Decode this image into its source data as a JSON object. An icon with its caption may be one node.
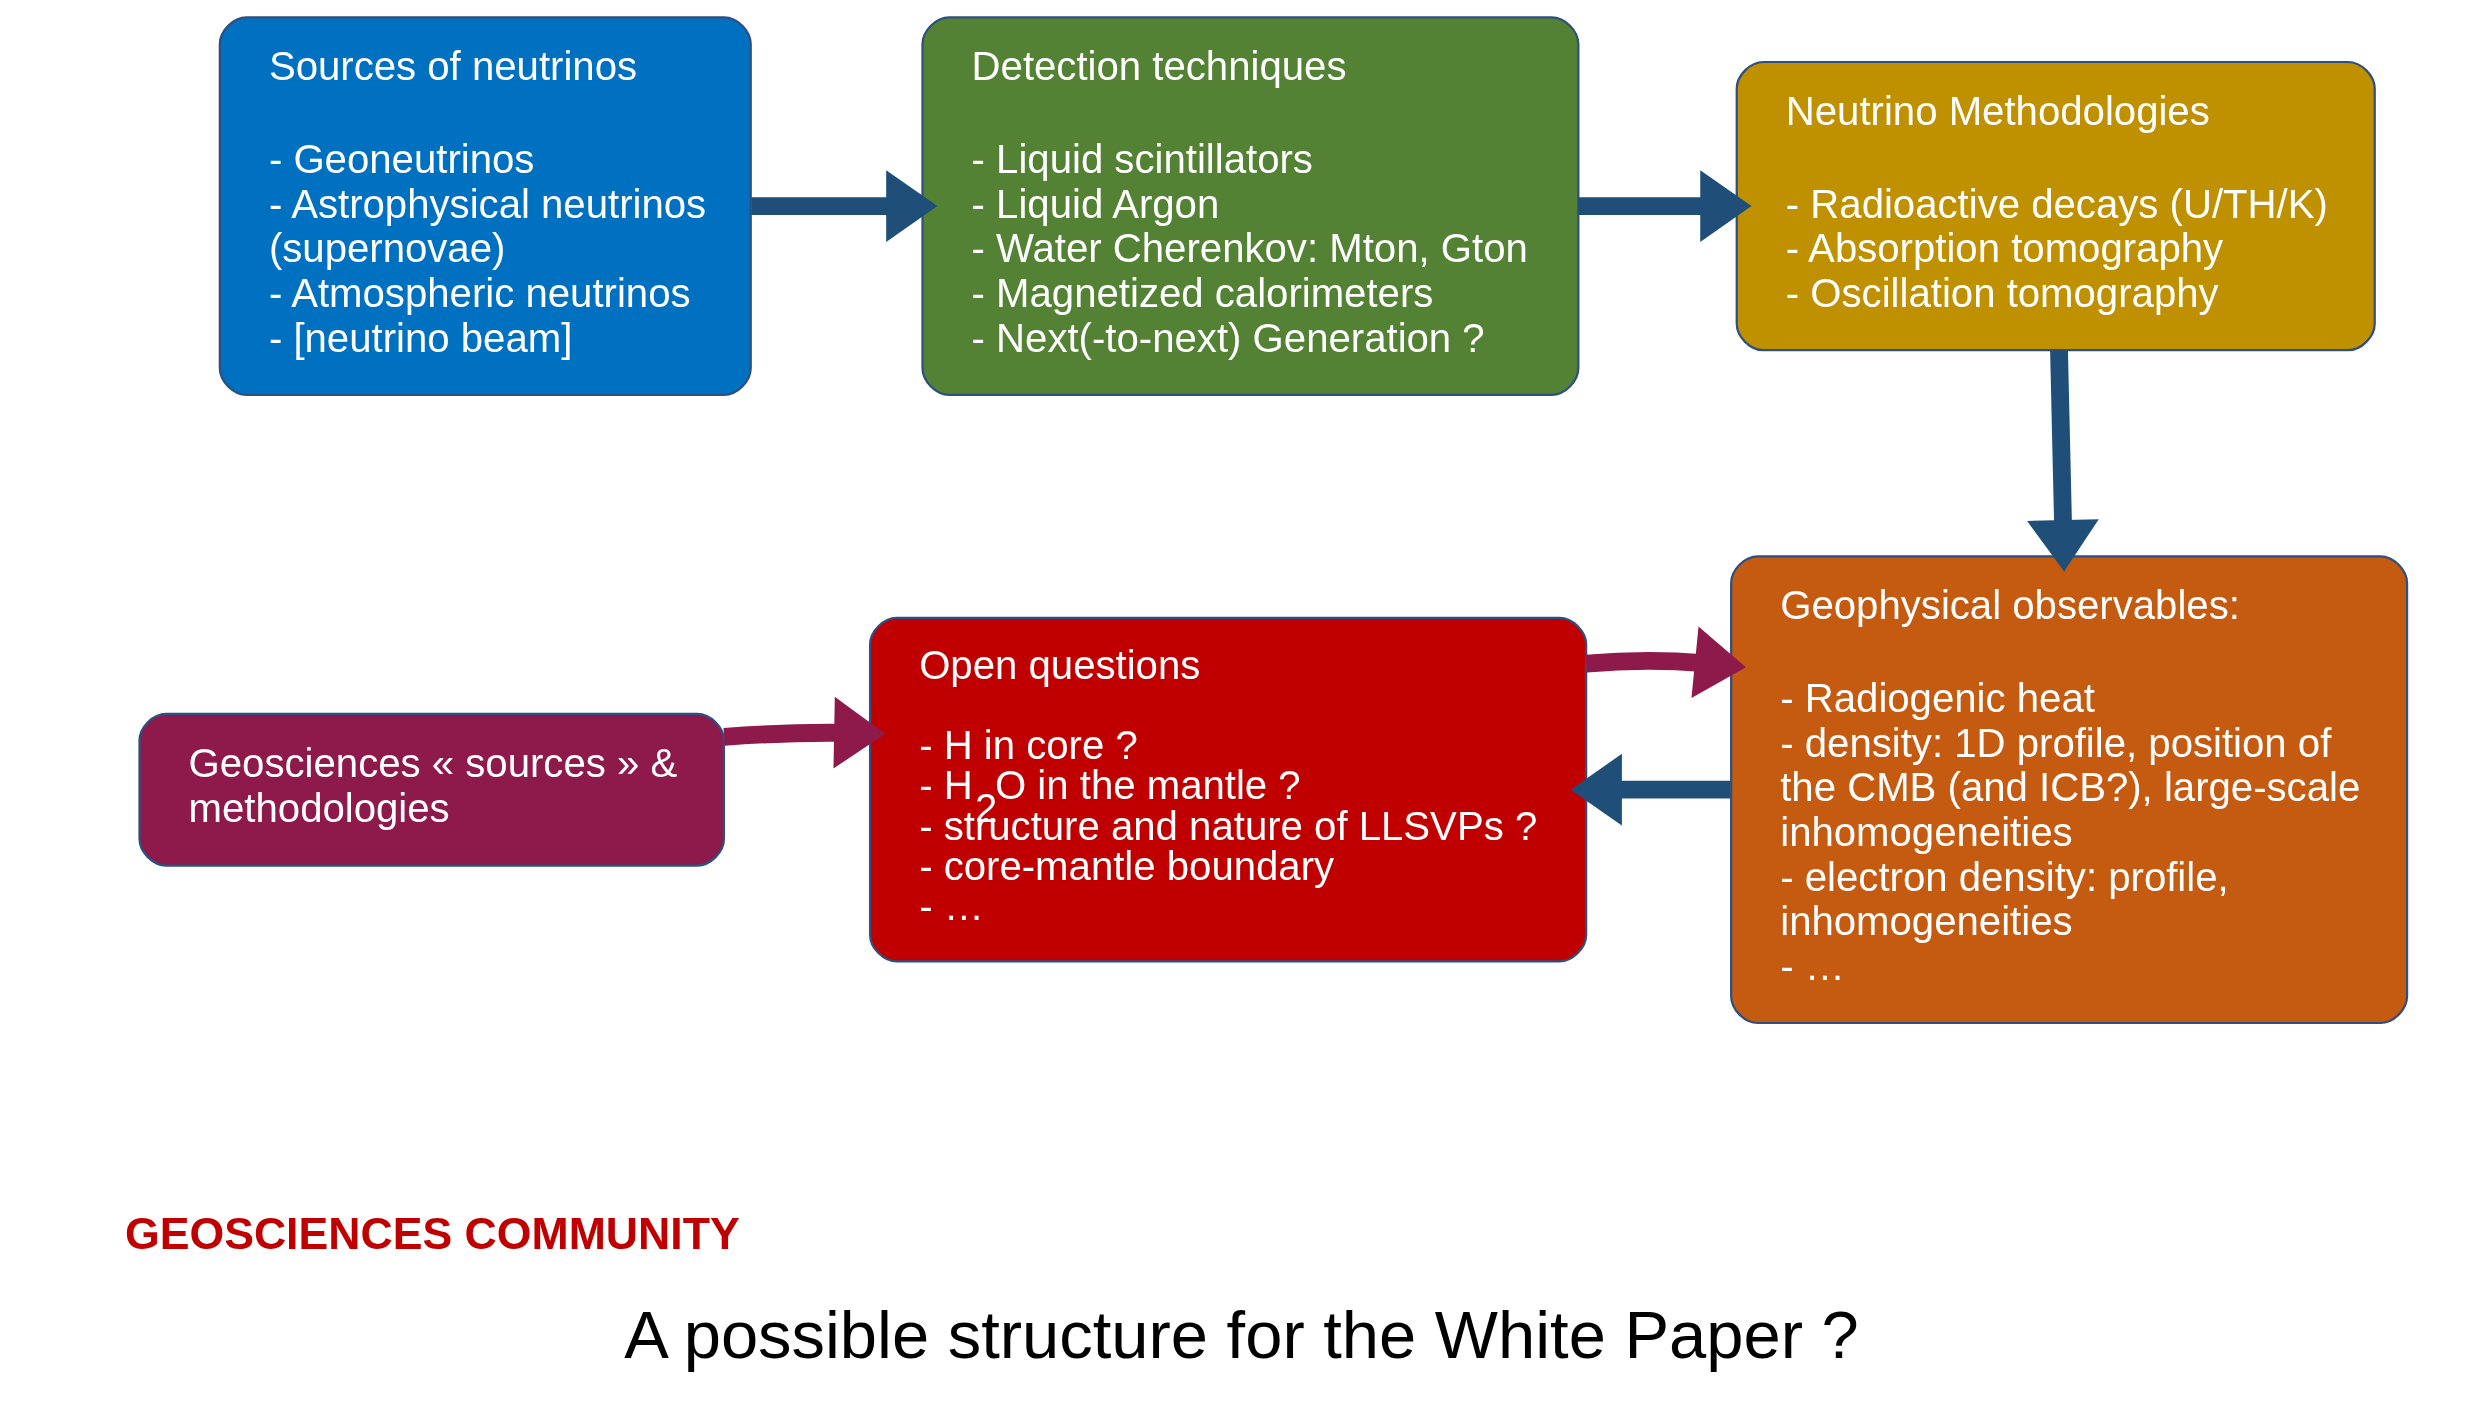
{
  "diagram": {
    "title": "A possible structure for the White Paper ?",
    "nodes": [
      {
        "text": [
          "Sources of neutrinos",
          "- Geoneutrinos",
          "- Astrophysical neutrinos (supernovae)",
          "- Atmospheric neutrinos",
          "- [neutrino beam]"
        ]
      },
      {
        "text": [
          "Detection techniques",
          "- Liquid scintillators",
          "- Liquid Argon",
          "- Water Cherenkov: Mton, Gton",
          "- Magnetized calorimeters",
          "- Next(-to-next) Generation ?"
        ]
      },
      {
        "text": [
          "Neutrino Methodologies",
          "- Radioactive decays (U/TH/K)",
          "- Absorption tomography",
          "- Oscillation tomography"
        ]
      },
      {
        "text": [
          "Geophysical observables:",
          "- Radiogenic heat",
          "- density: 1D profile, position of the CMB (and ICB?), large-scale inhomogeneities",
          "- electron density: profile, inhomogeneities",
          "- …"
        ]
      },
      {
        "text": [
          "Open questions",
          "- H in core ?",
          "- H$_{2}$O in the mantle ?",
          "- structure and nature of LLSVPs ?",
          "- core-mantle boundary",
          "- …"
        ]
      },
      {
        "text": [
          "Geosciences « sources » & methodologies"
        ]
      }
    ],
    "edges": [
      {
        "from": 0,
        "to": 1,
        "arrow": "to"
      },
      {
        "from": 1,
        "to": 2,
        "arrow": "to"
      },
      {
        "from": 2,
        "to": 3,
        "arrow": "to"
      },
      {
        "from": 3,
        "to": 4,
        "arrow": "to"
      },
      {
        "from": 4,
        "to": 3,
        "arrow": "to",
        "color": "#8e1a4c"
      },
      {
        "from": 5,
        "to": 4,
        "arrow": "to",
        "color": "#8e1a4c"
      }
    ],
    "labels": [
      "GEOSCIENCES COMMUNITY"
    ]
  }
}
